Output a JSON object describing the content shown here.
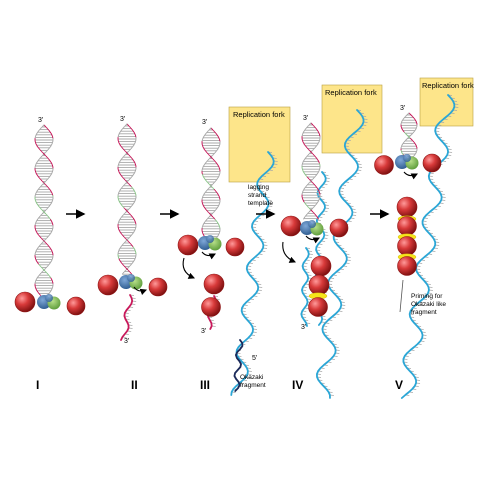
{
  "panels": [
    {
      "id": "I",
      "numeral": "I"
    },
    {
      "id": "II",
      "numeral": "II"
    },
    {
      "id": "III",
      "numeral": "III"
    },
    {
      "id": "IV",
      "numeral": "IV"
    },
    {
      "id": "V",
      "numeral": "V"
    }
  ],
  "labels": {
    "three_prime": "3'",
    "five_prime": "5'",
    "replication_fork": "Replication fork",
    "lagging_strand_line1": "lagging",
    "lagging_strand_line2": "strand",
    "lagging_strand_line3": "template",
    "okazaki_line1": "Okazaki",
    "okazaki_line2": "fragment",
    "priming_line1": "Priming for",
    "priming_line2": "Okazaki like",
    "priming_line3": "fragment"
  },
  "colors": {
    "strand_red": "#c8185a",
    "strand_green": "#8cc68a",
    "strand_gray": "#a8a8a8",
    "template_blue": "#2aa6d6",
    "bead_red": "#d83a3a",
    "bead_dark": "#8e1414",
    "protein_blue": "#3c6fa8",
    "protein_green": "#76b04a",
    "fork_box": "#fde58a",
    "primer_yellow": "#f6e41a",
    "arrow": "#000000"
  },
  "icons": {
    "step_arrow": "arrow-right-icon",
    "curved_arrow": "curved-arrow-icon"
  }
}
